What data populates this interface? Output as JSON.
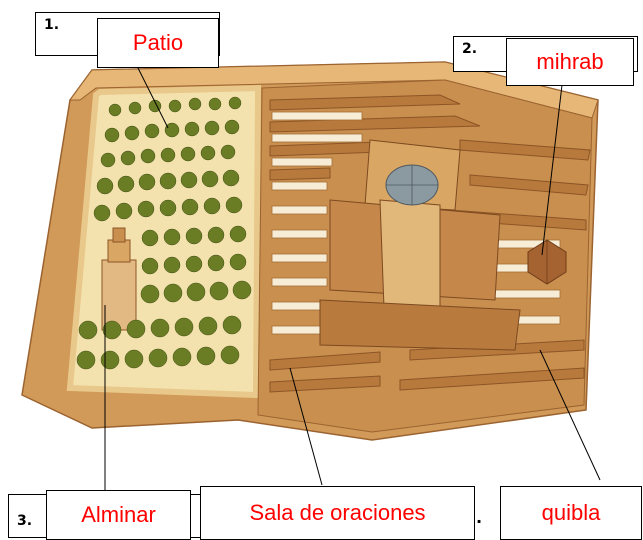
{
  "numbers": {
    "n1": "1.",
    "n2": "2.",
    "n3": "3.",
    "n4": "."
  },
  "labels": {
    "patio": "Patio",
    "mihrab": "mihrab",
    "alminar": "Alminar",
    "sala": "Sala de oraciones",
    "quibla": "quibla"
  },
  "colors": {
    "label_text": "#ff0000",
    "wall": "#d8a25a",
    "roof": "#b5723a",
    "garden": "#f3e0a8",
    "tree": "#6b7d24"
  }
}
